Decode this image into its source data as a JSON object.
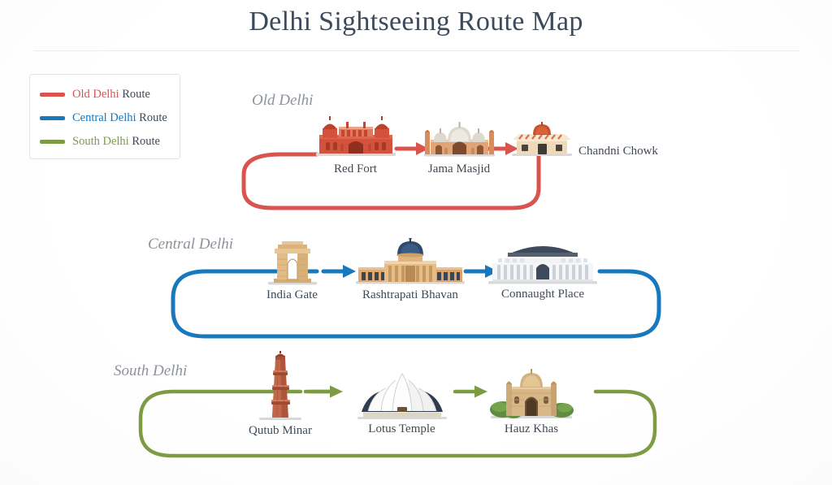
{
  "title": "Delhi Sightseeing Route Map",
  "colors": {
    "old_delhi": "#d9534f",
    "central_delhi": "#1878be",
    "south_delhi": "#7d9b43",
    "title": "#3d4a5c",
    "label": "#3f4a57",
    "section_label": "#8d939b",
    "divider": "#e9ebee",
    "legend_border": "#e2e4e7"
  },
  "legend": {
    "items": [
      {
        "name": "Old Delhi",
        "suffix": " Route",
        "color": "#d9534f",
        "swatch": "route-line-swatch"
      },
      {
        "name": "Central Delhi",
        "suffix": " Route",
        "color": "#1878be",
        "swatch": "route-line-swatch"
      },
      {
        "name": "South Delhi",
        "suffix": " Route",
        "color": "#7d9b43",
        "swatch": "route-line-swatch"
      }
    ]
  },
  "routes": [
    {
      "key": "old_delhi",
      "section_label": "Old Delhi",
      "color": "#d9534f",
      "stops": [
        {
          "name": "Red Fort",
          "icon": "red-fort-icon"
        },
        {
          "name": "Jama Masjid",
          "icon": "jama-masjid-icon"
        },
        {
          "name": "Chandni Chowk",
          "icon": "chandni-chowk-icon"
        }
      ]
    },
    {
      "key": "central_delhi",
      "section_label": "Central Delhi",
      "color": "#1878be",
      "stops": [
        {
          "name": "India Gate",
          "icon": "india-gate-icon"
        },
        {
          "name": "Rashtrapati Bhavan",
          "icon": "rashtrapati-bhavan-icon"
        },
        {
          "name": "Connaught Place",
          "icon": "connaught-place-icon"
        }
      ]
    },
    {
      "key": "south_delhi",
      "section_label": "South Delhi",
      "color": "#7d9b43",
      "stops": [
        {
          "name": "Qutub Minar",
          "icon": "qutub-minar-icon"
        },
        {
          "name": "Lotus Temple",
          "icon": "lotus-temple-icon"
        },
        {
          "name": "Hauz Khas",
          "icon": "hauz-khas-icon"
        }
      ]
    }
  ]
}
